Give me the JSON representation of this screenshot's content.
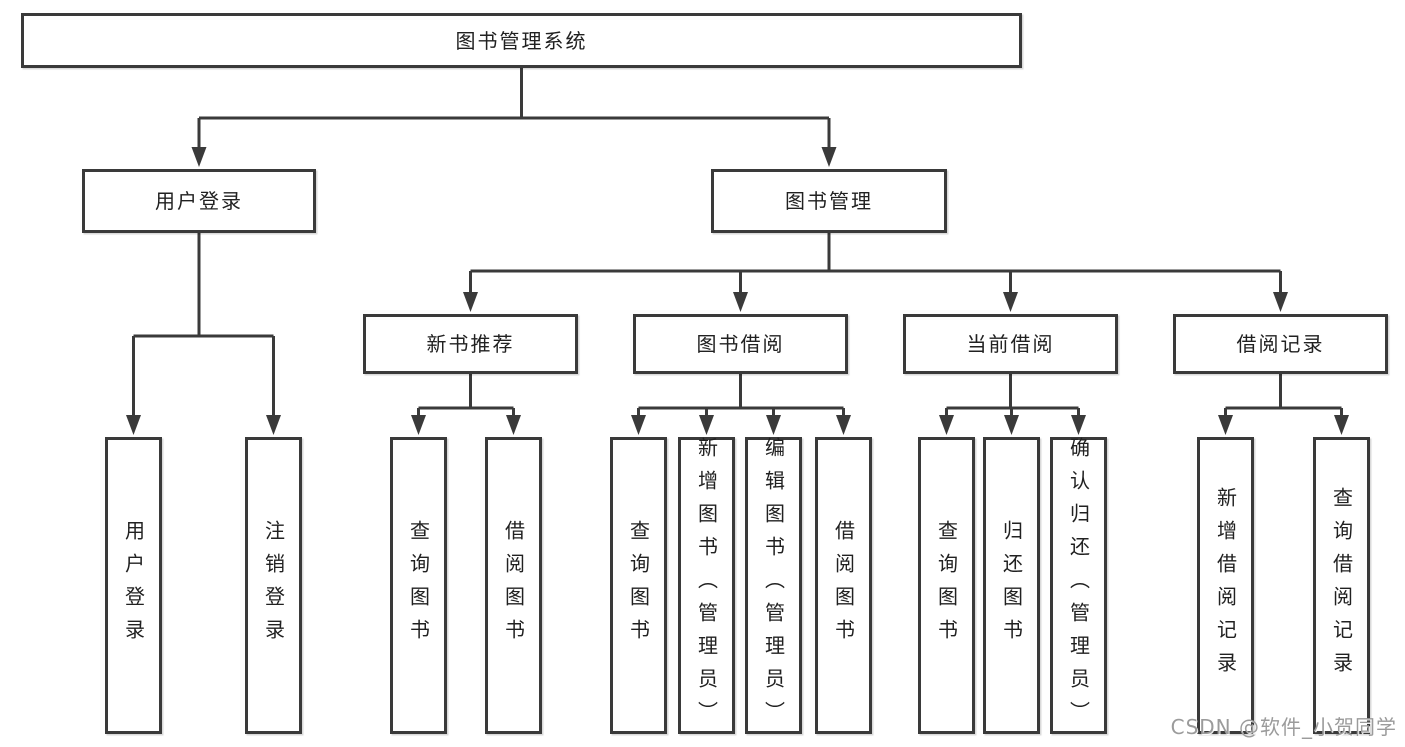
{
  "diagram": {
    "title": "图书管理系统",
    "level2": [
      {
        "label": "用户登录"
      },
      {
        "label": "图书管理"
      }
    ],
    "level3": [
      {
        "label": "新书推荐"
      },
      {
        "label": "图书借阅"
      },
      {
        "label": "当前借阅"
      },
      {
        "label": "借阅记录"
      }
    ],
    "leaves": [
      {
        "label": "用户登录"
      },
      {
        "label": "注销登录"
      },
      {
        "label": "查询图书"
      },
      {
        "label": "借阅图书"
      },
      {
        "label": "查询图书"
      },
      {
        "label": "新增图书（管理员）"
      },
      {
        "label": "编辑图书（管理员）"
      },
      {
        "label": "借阅图书"
      },
      {
        "label": "查询图书"
      },
      {
        "label": "归还图书"
      },
      {
        "label": "确认归还（管理员）"
      },
      {
        "label": "新增借阅记录"
      },
      {
        "label": "查询借阅记录"
      }
    ],
    "watermark": "CSDN @软件_小贺同学",
    "colors": {
      "line": "#3a3a3a",
      "text": "#212121",
      "watermark": "#9b9b9b"
    }
  }
}
